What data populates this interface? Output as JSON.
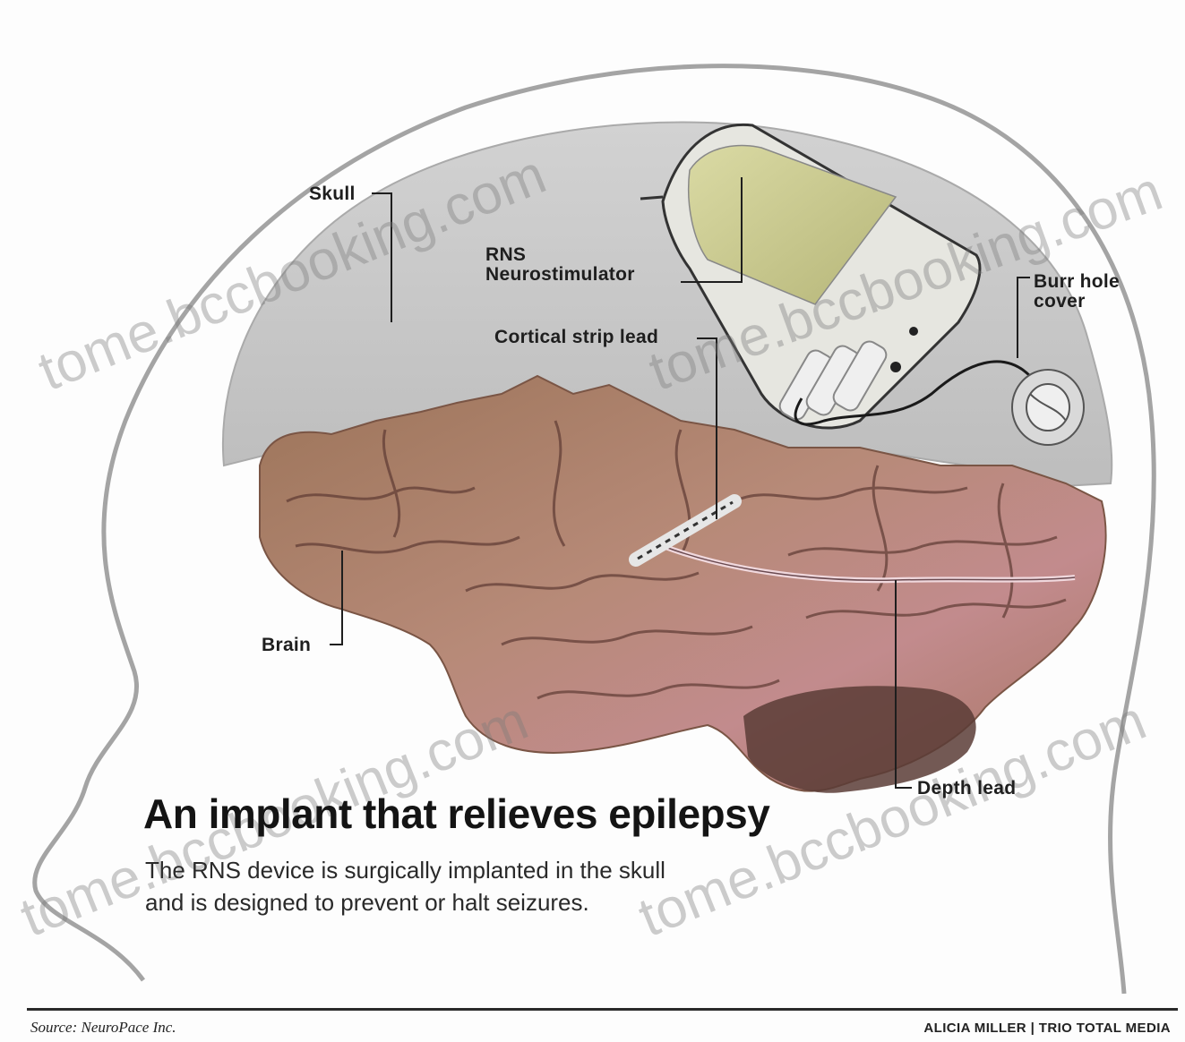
{
  "labels": {
    "skull": "Skull",
    "rns_line1": "RNS",
    "rns_line2": "Neurostimulator",
    "burr_line1": "Burr hole",
    "burr_line2": "cover",
    "cortical": "Cortical strip lead",
    "brain": "Brain",
    "depth": "Depth lead"
  },
  "title": "An implant that relieves epilepsy",
  "subtitle_line1": "The RNS device is surgically implanted in the skull",
  "subtitle_line2": "and is designed to prevent or halt seizures.",
  "footer": {
    "source": "Source: NeuroPace Inc.",
    "credit": "ALICIA MILLER | TRIO TOTAL MEDIA"
  },
  "watermark": "tome.bccbooking.com",
  "colors": {
    "skull": "#c9c9c9",
    "brain_tan": "#a9826a",
    "brain_pink": "#c48e9a",
    "device": "#c9c98f",
    "outline": "#9a9a9a"
  }
}
